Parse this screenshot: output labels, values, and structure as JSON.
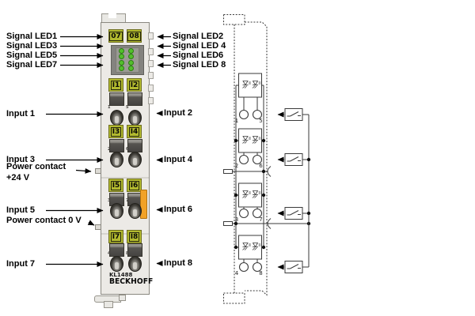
{
  "device": {
    "model": "KL1488",
    "brand": "BECKHOFF",
    "top_row": [
      "07",
      "08"
    ],
    "rows": [
      {
        "left": "I1",
        "right": "I2"
      },
      {
        "left": "I3",
        "right": "I4"
      },
      {
        "left": "I5",
        "right": "I6"
      },
      {
        "left": "I7",
        "right": "I8"
      }
    ],
    "hole_digits": [
      [
        "1",
        "5"
      ],
      [
        "2",
        "6"
      ],
      [
        "3",
        "7"
      ],
      [
        "4",
        "8"
      ]
    ],
    "led_count": 8
  },
  "callouts": {
    "signal_led1": "Signal LED1",
    "signal_led3": "Signal LED3",
    "signal_led5": "Signal LED5",
    "signal_led7": "Signal LED7",
    "signal_led2": "Signal LED2",
    "signal_led4": "Signal LED 4",
    "signal_led6": "Signal LED6",
    "signal_led8": "Signal LED 8",
    "input1": "Input 1",
    "input2": "Input 2",
    "input3": "Input 3",
    "input4": "Input 4",
    "input5": "Input 5",
    "input6": "Input 6",
    "input7": "Input 7",
    "input8": "Input 8",
    "power_contact_plus": "Power contact",
    "power_contact_plus_voltage": "+24 V",
    "power_contact_zero": "Power contact 0 V"
  },
  "circuit": {
    "terminal_numbers": [
      "1",
      "5",
      "2",
      "6",
      "3",
      "7",
      "4",
      "8"
    ]
  },
  "colors": {
    "label_bg": "#b2b92f",
    "led_green": "#53c02c",
    "orange_tab": "#f2a227",
    "body_gray": "#eceae6",
    "line": "#3a3a3a"
  }
}
